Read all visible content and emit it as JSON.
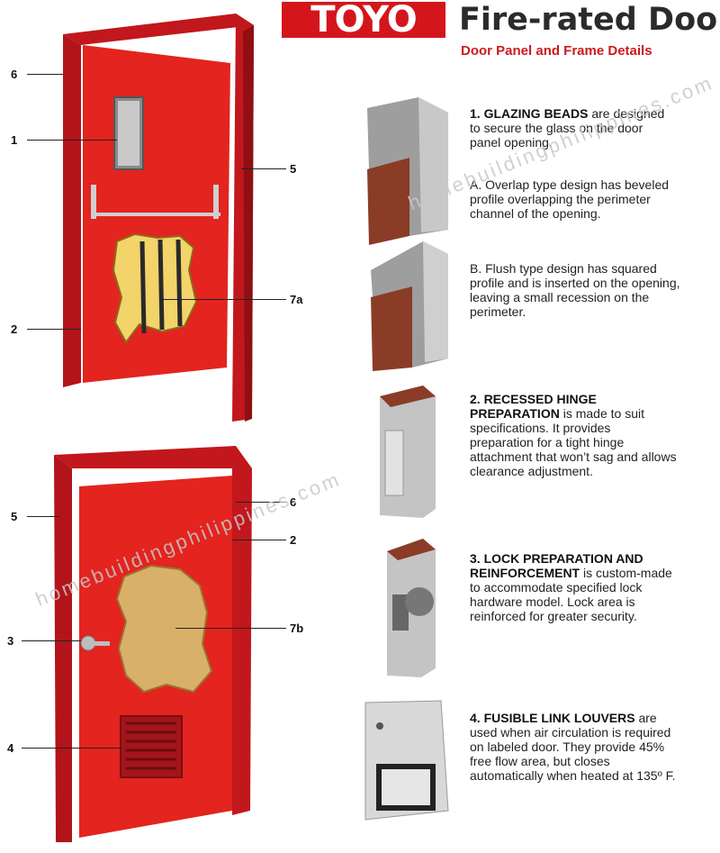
{
  "header": {
    "brand": "TOYO",
    "title": "Fire-rated Doo",
    "subtitle": "Door Panel and Frame Details"
  },
  "door1_labels": {
    "l6": "6",
    "l1": "1",
    "l5": "5",
    "l2": "2",
    "l7a": "7a"
  },
  "door2_labels": {
    "l5": "5",
    "l6": "6",
    "l2": "2",
    "l3": "3",
    "l7b": "7b",
    "l4": "4"
  },
  "features": {
    "glazing": {
      "heading": "1. GLAZING BEADS",
      "body": " are designed to secure the glass on the door panel opening.",
      "a": "A. Overlap type design has beveled profile overlapping the perimeter channel of the opening.",
      "b": "B. Flush type design has squared profile and is inserted on the opening, leaving a small recession on the perimeter."
    },
    "hinge": {
      "heading": "2. RECESSED HINGE PREPARATION",
      "body": " is made to suit specifications. It provides preparation for a tight hinge attachment that won’t sag and allows clearance adjustment."
    },
    "lock": {
      "heading": "3. LOCK PREPARATION AND REINFORCEMENT",
      "body": " is custom-made to accommodate specified lock hardware model. Lock area is reinforced for greater security."
    },
    "louver": {
      "heading": "4. FUSIBLE LINK LOUVERS",
      "body": " are used when air circulation is required on labeled door. They provide 45% free flow area, but closes automatically when heated at 135º F."
    }
  },
  "watermark": "homebuildingphilippines.com",
  "colors": {
    "brand_red": "#d4161c",
    "door_red": "#d9201f",
    "frame_red": "#b8151a"
  }
}
